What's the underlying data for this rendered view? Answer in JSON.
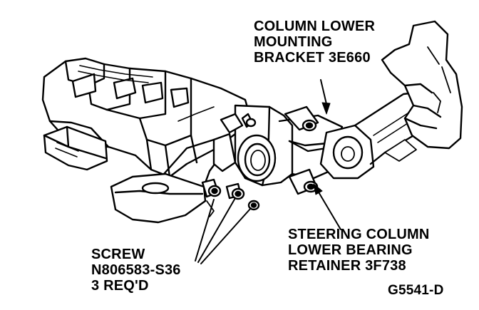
{
  "labels": {
    "bracket": [
      "COLUMN LOWER",
      "MOUNTING",
      "BRACKET 3E660"
    ],
    "retainer": [
      "STEERING COLUMN",
      "LOWER BEARING",
      "RETAINER 3F738"
    ],
    "screw": [
      "SCREW",
      "N806583-S36",
      "3 REQ'D"
    ],
    "figure_code": "G5541-D"
  },
  "colors": {
    "ink": "#000000",
    "paper": "#ffffff"
  }
}
